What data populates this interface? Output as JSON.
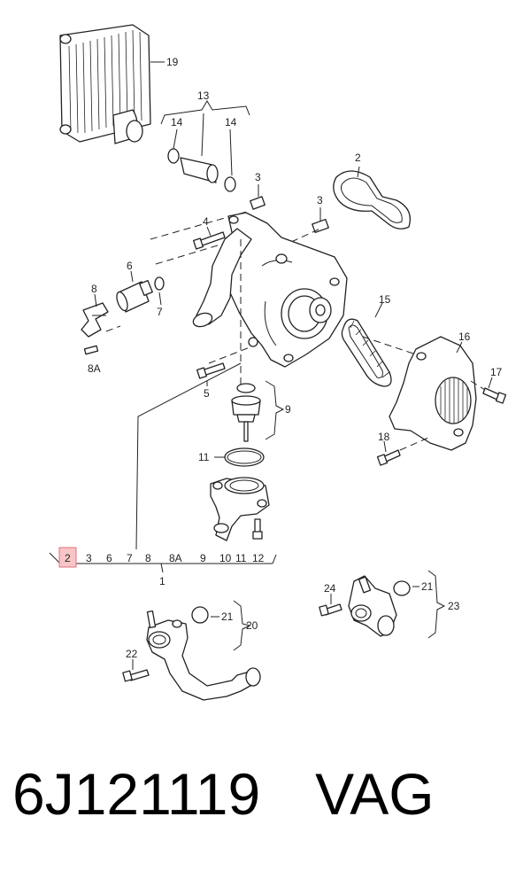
{
  "callouts": {
    "n19": "19",
    "n13": "13",
    "n14a": "14",
    "n14b": "14",
    "n2": "2",
    "n3a": "3",
    "n3b": "3",
    "n4": "4",
    "n6": "6",
    "n8": "8",
    "n7": "7",
    "n8A": "8A",
    "n15": "15",
    "n16": "16",
    "n17": "17",
    "n5": "5",
    "n9": "9",
    "n18": "18",
    "n11": "11",
    "n21a": "21",
    "n20": "20",
    "n22": "22",
    "n24": "24",
    "n21b": "21",
    "n23": "23",
    "n1": "1"
  },
  "assembly_row": {
    "items": [
      "2",
      "3",
      "6",
      "7",
      "8",
      "8A",
      "9",
      "10",
      "11",
      "12"
    ],
    "highlighted": "2",
    "highlight_color": "#f7c6c8",
    "highlight_border": "#e0707a"
  },
  "caption": {
    "part_number": "6J121119",
    "brand": "VAG"
  }
}
